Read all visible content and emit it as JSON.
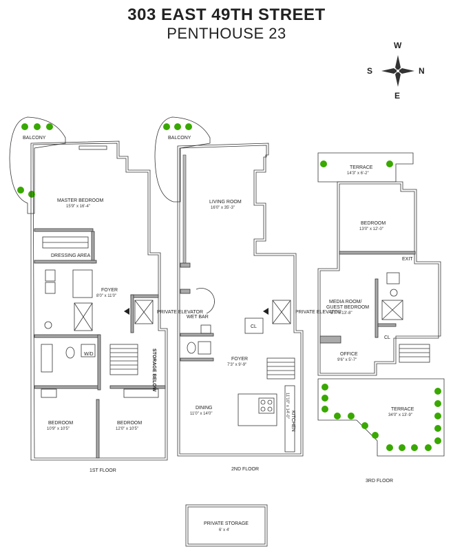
{
  "header": {
    "title": "303 EAST 49TH STREET",
    "subtitle": "PENTHOUSE 23"
  },
  "compass": {
    "north": "N",
    "south": "S",
    "east": "E",
    "west": "W"
  },
  "floors": {
    "first": {
      "label": "1ST FLOOR",
      "balcony": "BALCONY",
      "master_bedroom": {
        "name": "MASTER BEDROOM",
        "dim": "15'9\" x 16'-4\""
      },
      "dressing": "DRESSING AREA",
      "foyer": {
        "name": "FOYER",
        "dim": "8'0\" x 11'0\""
      },
      "elevator": "PRIVATE ELEVATOR",
      "wd": "W/D",
      "storage": "STORAGE BELOW",
      "bedroom_a": {
        "name": "BEDROOM",
        "dim": "10'9\" x 10'5\""
      },
      "bedroom_b": {
        "name": "BEDROOM",
        "dim": "12'0\" x 10'5\""
      }
    },
    "second": {
      "label": "2ND FLOOR",
      "balcony": "BALCONY",
      "living": {
        "name": "LIVING ROOM",
        "dim": "16'0\" x 35'-3\""
      },
      "wet_bar": "WET BAR",
      "cl": "CL",
      "elevator": "PRIVATE ELEVATOR",
      "foyer": {
        "name": "FOYER",
        "dim": "7'3\" x 9'-9\""
      },
      "dining": {
        "name": "DINING",
        "dim": "11'0\" x 14'0\""
      },
      "kitchen": {
        "name": "KITCHEN",
        "dim": "11'10\" x 14'-0\""
      }
    },
    "third": {
      "label": "3RD FLOOR",
      "terrace_top": {
        "name": "TERRACE",
        "dim": "14'3\" x 6'-2\""
      },
      "bedroom": {
        "name": "BEDROOM",
        "dim": "13'0\" x 12'-0\""
      },
      "exit": "EXIT",
      "media": {
        "name1": "MEDIA ROOM/",
        "name2": "GUEST BEDROOM",
        "dim": "8'7\" x 13'-8\""
      },
      "cl": "CL",
      "office": {
        "name": "OFFICE",
        "dim": "9'6\" x 5'-7\""
      },
      "terrace_bottom": {
        "name": "TERRACE",
        "dim": "34'0\" x 13'-9\""
      }
    }
  },
  "storage": {
    "name": "PRIVATE STORAGE",
    "dim": "6' x 4'"
  },
  "colors": {
    "wall": "#aaaaaa",
    "plant": "#39a800",
    "line": "#333333"
  }
}
